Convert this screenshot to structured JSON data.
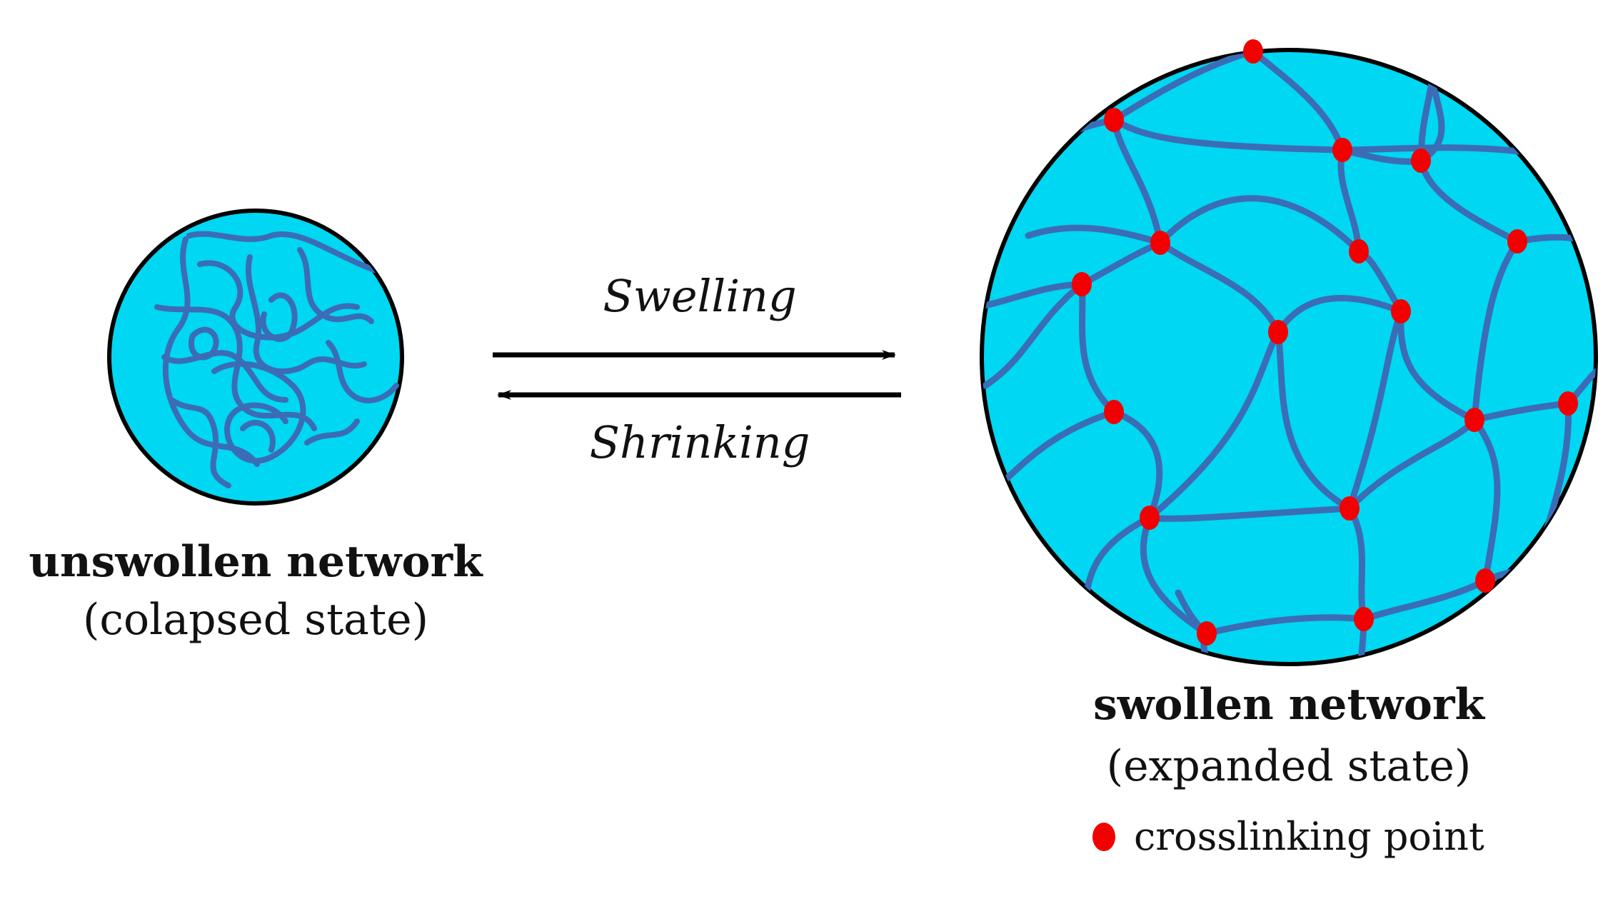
{
  "left_network": {
    "title": "unswollen network",
    "subtitle": "(colapsed state)"
  },
  "right_network": {
    "title": "swollen network",
    "subtitle": "(expanded state)"
  },
  "forward_process": "Swelling",
  "reverse_process": "Shrinking",
  "legend": {
    "label": "crosslinking  point"
  },
  "colors": {
    "gel_fill": "#00d7f2",
    "chain": "#3b6db6",
    "crosslink": "#f20000",
    "outline": "#000000"
  }
}
